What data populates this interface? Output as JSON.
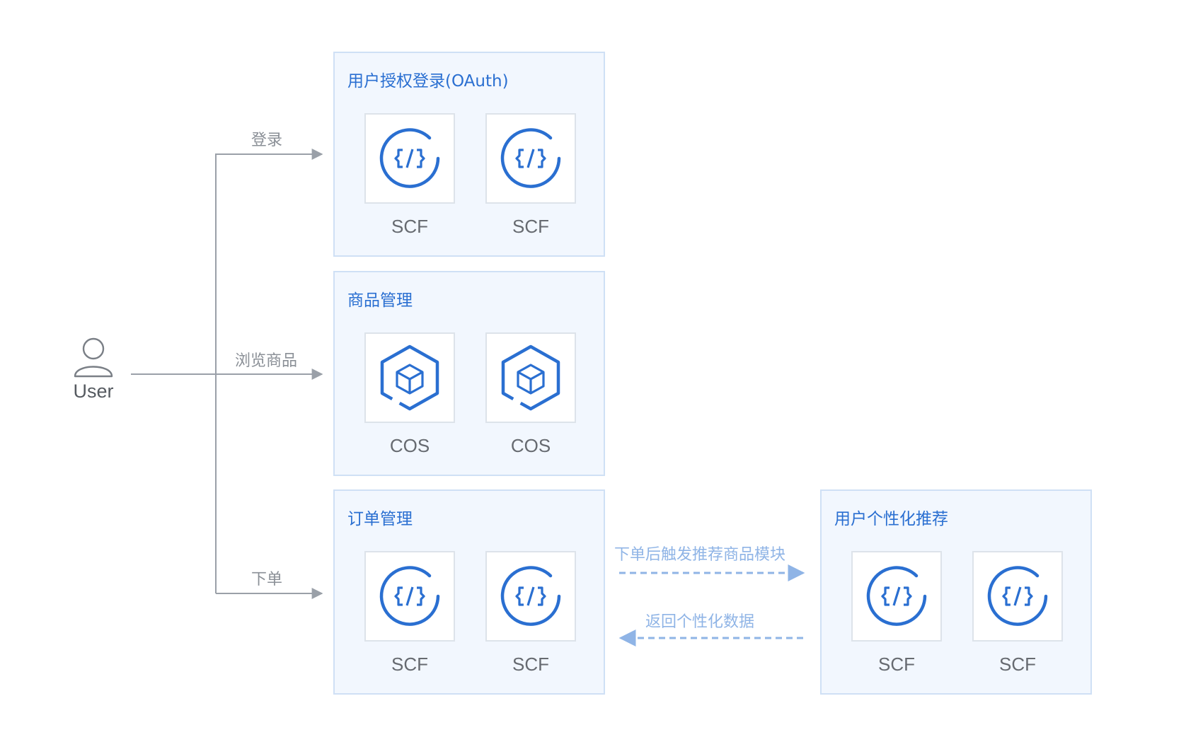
{
  "user": {
    "label": "User",
    "icon": "user-icon"
  },
  "edges": {
    "login": "登录",
    "browse": "浏览商品",
    "order": "下单",
    "trigger": "下单后触发推荐商品模块",
    "return": "返回个性化数据"
  },
  "groups": {
    "oauth": {
      "title": "用户授权登录(OAuth)",
      "items": [
        {
          "label": "SCF",
          "icon": "scf-icon"
        },
        {
          "label": "SCF",
          "icon": "scf-icon"
        }
      ]
    },
    "product": {
      "title": "商品管理",
      "items": [
        {
          "label": "COS",
          "icon": "cos-icon"
        },
        {
          "label": "COS",
          "icon": "cos-icon"
        }
      ]
    },
    "order": {
      "title": "订单管理",
      "items": [
        {
          "label": "SCF",
          "icon": "scf-icon"
        },
        {
          "label": "SCF",
          "icon": "scf-icon"
        }
      ]
    },
    "recommend": {
      "title": "用户个性化推荐",
      "items": [
        {
          "label": "SCF",
          "icon": "scf-icon"
        },
        {
          "label": "SCF",
          "icon": "scf-icon"
        }
      ]
    }
  },
  "colors": {
    "accent": "#2a6fd1",
    "group_bg": "#f2f7fe",
    "group_border": "#cfe0f5",
    "connector": "#9aa0a8",
    "dashed": "#8fb4e6"
  }
}
